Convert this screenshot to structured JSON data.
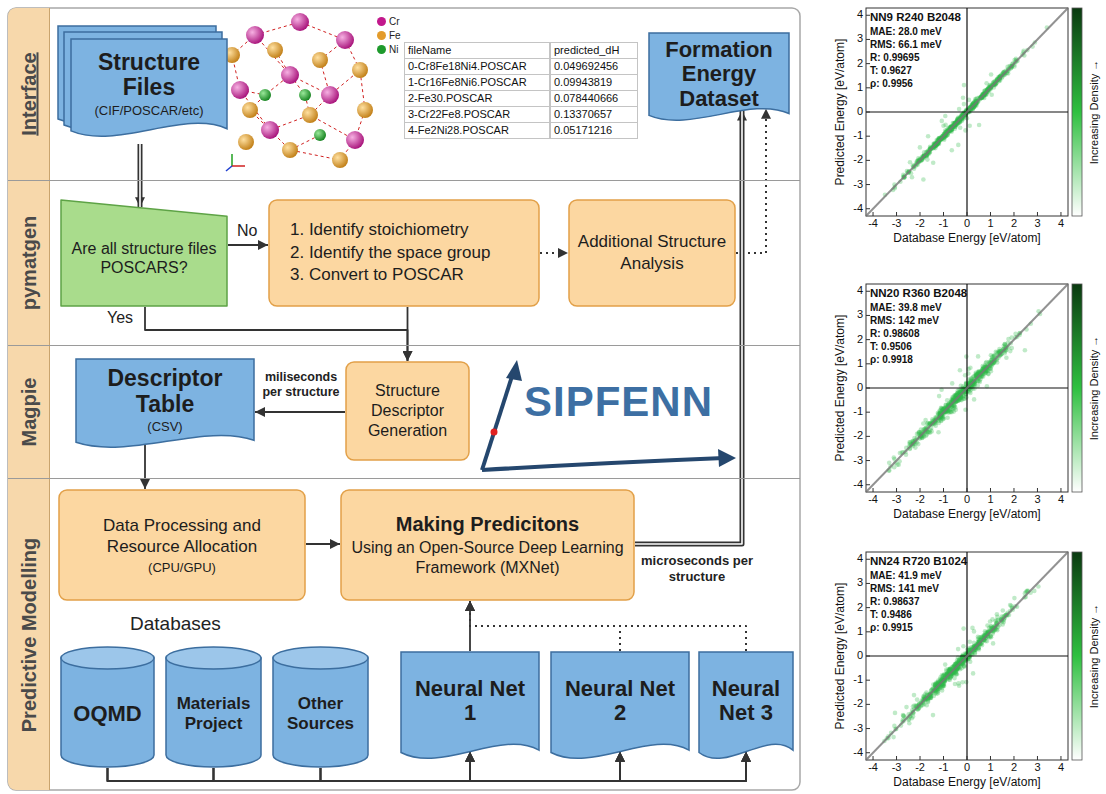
{
  "diagram": {
    "nodes": [
      {
        "text": [
          "Interface"
        ]
      },
      {
        "text": [
          "Structure Files",
          "(CIF/POSCAR/etc)"
        ],
        "in": 0
      },
      {
        "text": [
          "Formation Energy Dataset"
        ],
        "in": 0
      },
      {
        "text": [
          "pymatgen"
        ]
      },
      {
        "text": [
          "Are all structure files POSCARS?"
        ],
        "in": 3
      },
      {
        "text": [
          "1. Identify stoichiometry",
          "2. Identify the space group",
          "3. Convert to POSCAR"
        ],
        "in": 3
      },
      {
        "text": [
          "Additional Structure Analysis"
        ],
        "in": 3
      },
      {
        "text": [
          "Magpie"
        ]
      },
      {
        "text": [
          "Descriptor Table",
          "(CSV)"
        ],
        "in": 7
      },
      {
        "text": [
          "Structure Descriptor Generation"
        ],
        "in": 7
      },
      {
        "text": [
          "Predictive Modelling"
        ]
      },
      {
        "text": [
          "Data Processing and Resource Allocation",
          "(CPU/GPU)"
        ],
        "in": 10
      },
      {
        "text": [
          "Making Predicitons",
          "Using an Open-Source Deep Learning Framework (MXNet)"
        ],
        "in": 10
      },
      {
        "text": [
          "OQMD"
        ],
        "in": 10
      },
      {
        "text": [
          "Materials Project"
        ],
        "in": 10
      },
      {
        "text": [
          "Other Sources"
        ],
        "in": 10
      },
      {
        "text": [
          "Neural Net 1"
        ],
        "in": 10
      },
      {
        "text": [
          "Neural Net 2"
        ],
        "in": 10
      },
      {
        "text": [
          "Neural Net 3"
        ],
        "in": 10
      }
    ],
    "edges": [
      {
        "from": 1,
        "to": 4,
        "arrow": "to"
      },
      {
        "from": 4,
        "to": 5,
        "arrow": "to",
        "label": "No"
      },
      {
        "from": 4,
        "to": 9,
        "arrow": "to",
        "label": "Yes"
      },
      {
        "from": 5,
        "to": 9,
        "arrow": "to"
      },
      {
        "from": 5,
        "to": 6,
        "arrow": "to"
      },
      {
        "from": 6,
        "to": 2,
        "arrow": "to"
      },
      {
        "from": 9,
        "to": 8,
        "arrow": "to",
        "label": "miliseconds per structure"
      },
      {
        "from": 8,
        "to": 11,
        "arrow": "to"
      },
      {
        "from": 11,
        "to": 12,
        "arrow": "to"
      },
      {
        "from": 12,
        "to": 2,
        "arrow": "to",
        "label": "microseconds per structure"
      },
      {
        "from": 16,
        "to": 12,
        "arrow": "to"
      },
      {
        "from": 17,
        "to": 12,
        "arrow": "to"
      },
      {
        "from": 18,
        "to": 12,
        "arrow": "to"
      },
      {
        "from": 13,
        "to": 16,
        "arrow": "to"
      },
      {
        "from": 13,
        "to": 17,
        "arrow": "to"
      },
      {
        "from": 13,
        "to": 18,
        "arrow": "to"
      },
      {
        "from": 14,
        "to": 16,
        "arrow": "to"
      },
      {
        "from": 14,
        "to": 17,
        "arrow": "to"
      },
      {
        "from": 14,
        "to": 18,
        "arrow": "to"
      },
      {
        "from": 15,
        "to": 16,
        "arrow": "to"
      },
      {
        "from": 15,
        "to": 17,
        "arrow": "to"
      },
      {
        "from": 15,
        "to": 18,
        "arrow": "to"
      }
    ],
    "labels": [
      "fileName",
      "predicted_dH",
      "0-Cr8Fe18Ni4.POSCAR",
      "0.049692456",
      "1-Cr16Fe8Ni6.POSCAR",
      "0.09943819",
      "2-Fe30.POSCAR",
      "0.078440666",
      "3-Cr22Fe8.POSCAR",
      "0.13370657",
      "4-Fe2Ni28.POSCAR",
      "0.05171216",
      "Databases",
      "SIPFENN",
      "NN9 R240 B2048",
      "MAE: 28.0 meV",
      "RMS: 66.1 meV",
      "R: 0.99695",
      "T: 0.9627",
      "ρ: 0.9956",
      "Predicted Energy [eV/atom]",
      "Database Energy [eV/atom]",
      "Increasing Density →",
      "4",
      "3",
      "2",
      "1",
      "0",
      "-1",
      "-2",
      "-3",
      "-4",
      "-4",
      "-3",
      "-2",
      "-1",
      "0",
      "1",
      "2",
      "3",
      "4",
      "NN20 R360 B2048",
      "MAE: 39.8 meV",
      "RMS: 142 meV",
      "R: 0.98608",
      "T: 0.9506",
      "ρ: 0.9918",
      "Predicted Energy [eV/atom]",
      "Database Energy [eV/atom]",
      "Increasing Density →",
      "4",
      "3",
      "2",
      "1",
      "0",
      "-1",
      "-2",
      "-3",
      "-4",
      "-4",
      "-3",
      "-2",
      "-1",
      "0",
      "1",
      "2",
      "3",
      "4",
      "NN24 R720 B1024",
      "MAE: 41.9 meV",
      "RMS: 141 meV",
      "R: 0.98637",
      "T: 0.9486",
      "ρ: 0.9915",
      "Predicted Energy [eV/atom]",
      "Database Energy [eV/atom]",
      "Increasing Density →",
      "4",
      "3",
      "2",
      "1",
      "0",
      "-1",
      "-2",
      "-3",
      "-4",
      "-4",
      "-3",
      "-2",
      "-1",
      "0",
      "1",
      "2",
      "3",
      "4"
    ],
    "legend": [
      {
        "text": "Cr",
        "color": "#c2188c"
      },
      {
        "text": "Fe",
        "color": "#e39b2b"
      },
      {
        "text": "Ni",
        "color": "#1e9a2c"
      }
    ]
  }
}
